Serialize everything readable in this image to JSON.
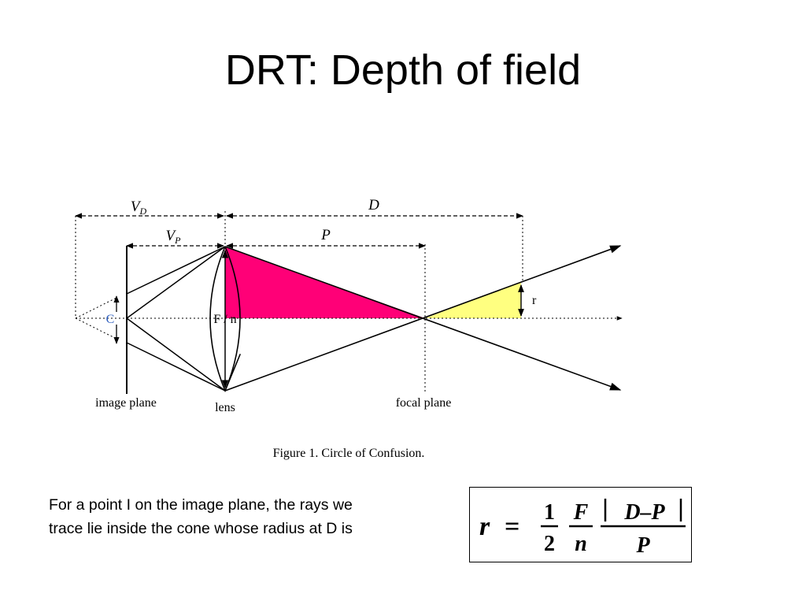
{
  "slide": {
    "title": "DRT: Depth of field"
  },
  "figure": {
    "labels": {
      "vd": "V",
      "vd_sub": "D",
      "vp": "V",
      "vp_sub": "P",
      "d": "D",
      "p": "P",
      "c": "C",
      "f_over_n": "F / n",
      "r": "r",
      "image_plane": "image plane",
      "lens": "lens",
      "focal_plane": "focal plane"
    },
    "caption": "Figure 1. Circle of Confusion.",
    "colors": {
      "lens_cone": "#ff0077",
      "confusion_cone": "#ffff80",
      "c_label": "#3060c0",
      "lines": "#000000"
    }
  },
  "text": {
    "line1": "For a point I on the image plane, the rays we",
    "line2": "trace lie inside the cone whose radius at D is"
  },
  "formula": {
    "lhs": "r",
    "eq": "=",
    "half_num": "1",
    "half_den": "2",
    "fn_num": "F",
    "fn_den": "n",
    "abs_num": "D–P",
    "abs_den": "P"
  }
}
